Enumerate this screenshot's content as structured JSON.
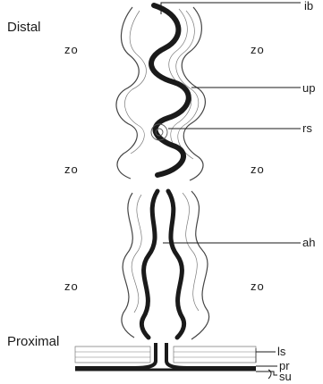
{
  "figure": {
    "region_labels": {
      "top": "Distal",
      "bottom": "Proximal"
    },
    "zone_label": "zo",
    "callouts": {
      "ib": "ib",
      "up": "up",
      "rs": "rs",
      "ah": "ah",
      "ls": "ls",
      "pr": "pr",
      "su": "su"
    },
    "colors": {
      "ink": "#1a1a1a",
      "hatch": "#7a7a7a",
      "paper": "#ffffff"
    }
  }
}
